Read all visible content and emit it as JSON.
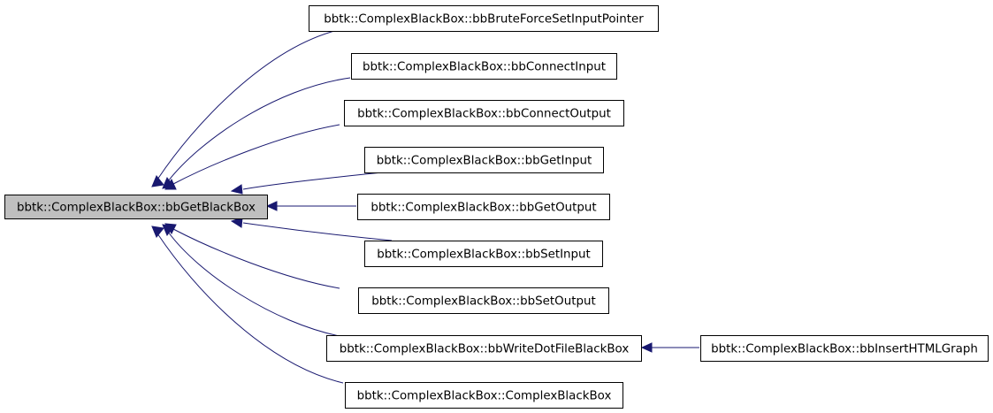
{
  "graph": {
    "root": {
      "label": "bbtk::ComplexBlackBox::bbGetBlackBox",
      "fill": "#bfbfbf"
    },
    "callers": [
      {
        "id": "bruteforce",
        "label": "bbtk::ComplexBlackBox::bbBruteForceSetInputPointer"
      },
      {
        "id": "connectinput",
        "label": "bbtk::ComplexBlackBox::bbConnectInput"
      },
      {
        "id": "connectoutput",
        "label": "bbtk::ComplexBlackBox::bbConnectOutput"
      },
      {
        "id": "getinput",
        "label": "bbtk::ComplexBlackBox::bbGetInput"
      },
      {
        "id": "getoutput",
        "label": "bbtk::ComplexBlackBox::bbGetOutput"
      },
      {
        "id": "setinput",
        "label": "bbtk::ComplexBlackBox::bbSetInput"
      },
      {
        "id": "setoutput",
        "label": "bbtk::ComplexBlackBox::bbSetOutput"
      },
      {
        "id": "writedot",
        "label": "bbtk::ComplexBlackBox::bbWriteDotFileBlackBox"
      },
      {
        "id": "constructor",
        "label": "bbtk::ComplexBlackBox::ComplexBlackBox"
      }
    ],
    "second_level": [
      {
        "id": "inserthtml",
        "label": "bbtk::ComplexBlackBox::bbInsertHTMLGraph",
        "calls": "writedot"
      }
    ],
    "colors": {
      "edge": "#191970",
      "node_border": "#000000",
      "node_fill": "#ffffff"
    }
  }
}
